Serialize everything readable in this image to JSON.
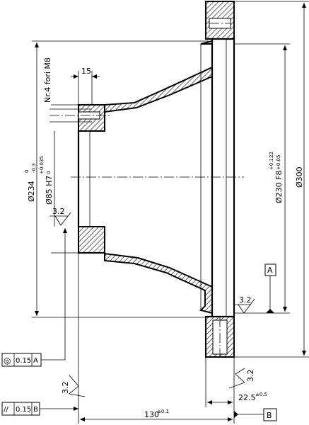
{
  "dimensions": {
    "d234": "Ø234",
    "d234_upper": "0",
    "d234_lower": "-0.3",
    "d85": "Ø85 H7",
    "d85_upper": "+0.035",
    "d85_lower": "0",
    "d230": "Ø230 F8",
    "d230_upper": "+0.122",
    "d230_lower": "+0.05",
    "d300": "Ø300",
    "w15": "15",
    "holes": "Nr.4 fori M8",
    "l130": "130",
    "l130_tol": "±0.1",
    "l22": "22.5",
    "l22_tol": "±0.5"
  },
  "roughness": {
    "bore": "3.2",
    "face_right": "3.2",
    "flange_side": "3.2",
    "left_face": "3.2"
  },
  "datums": {
    "a": "A",
    "b": "B"
  },
  "frames": {
    "concentricity": {
      "symbol": "◎",
      "tol": "0.15",
      "datum": "A"
    },
    "parallelism": {
      "symbol": "//",
      "tol": "0.15",
      "datum": "B"
    }
  }
}
